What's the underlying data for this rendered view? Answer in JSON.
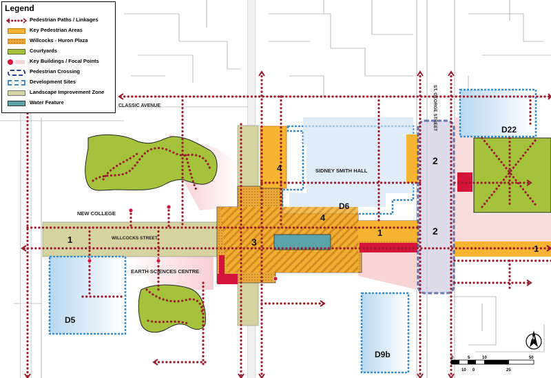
{
  "legend": {
    "title": "Legend",
    "items": [
      {
        "label": "Pedestrian Paths / Linkages",
        "swatch": "path"
      },
      {
        "label": "Key Pedestrian Areas",
        "swatch": "key-area"
      },
      {
        "label": "Willcocks - Huron Plaza",
        "swatch": "plaza"
      },
      {
        "label": "Courtyards",
        "swatch": "courtyard"
      },
      {
        "label": "Key Buildings / Focal Points",
        "swatch": "focal"
      },
      {
        "label": "Pedestrian Crossing",
        "swatch": "crossing"
      },
      {
        "label": "Development Sites",
        "swatch": "dev-site"
      },
      {
        "label": "Landscape Improvement Zone",
        "swatch": "landscape"
      },
      {
        "label": "Water Feature",
        "swatch": "water"
      }
    ]
  },
  "labels": {
    "classic_avenue": "CLASSIC      AVENUE",
    "new_college": "NEW COLLEGE",
    "willcocks_street": "WILLCOCKS          STREET",
    "earth_sciences": "EARTH SCIENCES CENTRE",
    "sidney_smith": "SIDNEY SMITH HALL",
    "st_george": "ST. GEORGE  STREET"
  },
  "sites": {
    "d22": "D22",
    "d6": "D6",
    "d5": "D5",
    "d9b": "D9b"
  },
  "zone_numbers": {
    "z1_west": "1",
    "z1_mid": "1",
    "z1_east": "1",
    "z2_upper": "2",
    "z2_lower": "2",
    "z3": "3",
    "z4_upper": "4",
    "z4_lower": "4"
  },
  "scale_bar": {
    "ticks_top": [
      "0",
      "5",
      "10",
      "",
      "50"
    ],
    "ticks_bottom": [
      "10",
      "0",
      "25"
    ]
  },
  "north_arrow": "N",
  "colors": {
    "key_area": "#f5b431",
    "plaza": "#e8a43a",
    "courtyard": "#a4c23c",
    "focal": "#d4143a",
    "crossing": "#2a3f8f",
    "dev_site": "#3a8fd0",
    "dev_fill": "#cfe4f6",
    "landscape": "#d5d3a0",
    "water": "#5aa3a8",
    "path": "#9c1c2c",
    "pink": "#f7d5d5"
  }
}
